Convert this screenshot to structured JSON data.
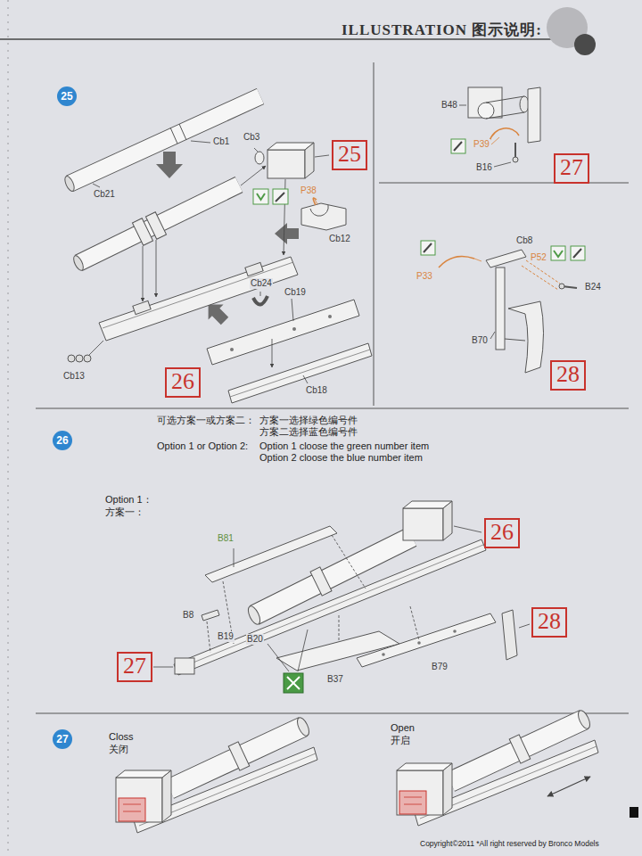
{
  "diagram": {
    "title": "ILLUSTRATION 图示说明:",
    "nodes": [
      {
        "text": [
          "25"
        ]
      },
      {
        "text": [
          "25"
        ]
      },
      {
        "text": [
          "26"
        ]
      },
      {
        "text": [
          "27"
        ]
      },
      {
        "text": [
          "28"
        ]
      },
      {
        "text": [
          "26"
        ]
      },
      {
        "text": [
          "26"
        ]
      },
      {
        "text": [
          "27"
        ]
      },
      {
        "text": [
          "28"
        ]
      },
      {
        "text": [
          "27"
        ]
      }
    ],
    "labels": [
      "Cb1",
      "Cb21",
      "Cb3",
      "P38",
      "Cb12",
      "Cb24",
      "Cb19",
      "Cb13",
      "Cb18",
      "B48",
      "P39",
      "B16",
      "Cb8",
      "P33",
      "P52",
      "B24",
      "B70",
      "可选方案一或方案二：",
      "方案一选择绿色编号件 方案二选择蓝色编号件",
      "Option 1 or Option 2:",
      "Option 1 cloose the green number item Option 2 cloose the blue number item",
      "Option 1：",
      "方案一：",
      "B81",
      "B8",
      "B19",
      "B20",
      "B37",
      "B79",
      "Closs",
      "关闭",
      "Open",
      "开启",
      "Copyright©2011 *All right reserved by Bronco Models"
    ]
  }
}
